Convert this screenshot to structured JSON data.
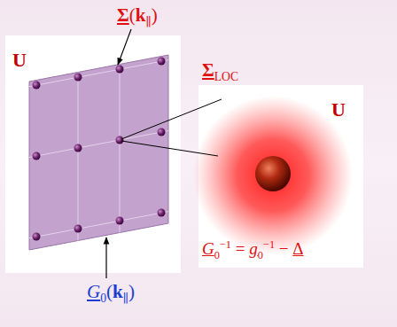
{
  "diagram": {
    "labels": [
      "Σ(k∥)",
      "U",
      "ΣLOC",
      "U",
      "G0−1 = g0−1 − Δ",
      "G0(k∥)"
    ]
  }
}
